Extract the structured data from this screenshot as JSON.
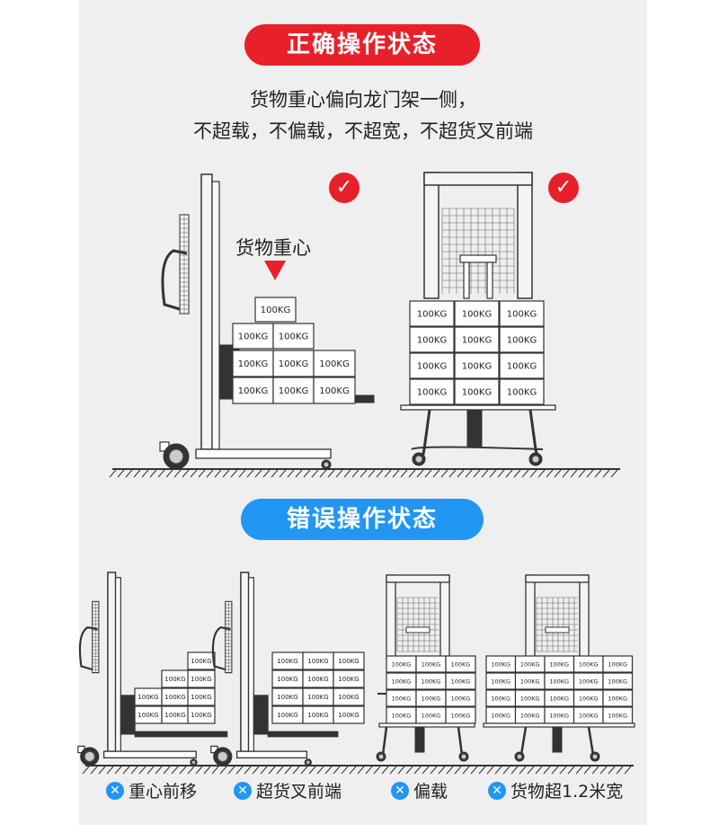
{
  "correct_title": "正确操作状态",
  "correct_desc_line1": "货物重心偏向龙门架一侧，",
  "correct_desc_line2": "不超载，不偏载，不超宽，不超货叉前端",
  "gravity_label": "货物重心",
  "check_glyph": "✓",
  "wrong_title": "错误操作状态",
  "box_label": "100KG",
  "wrong_items": [
    {
      "label": "重心前移",
      "icon": "x-icon"
    },
    {
      "label": "超货叉前端",
      "icon": "x-icon"
    },
    {
      "label": "偏载",
      "icon": "x-icon"
    },
    {
      "label": "货物超1.2米宽",
      "icon": "x-icon"
    }
  ],
  "x_glyph": "✕",
  "colors": {
    "red": "#e8202a",
    "blue": "#2196f3",
    "panel": "#efefef",
    "stroke": "#333333"
  }
}
